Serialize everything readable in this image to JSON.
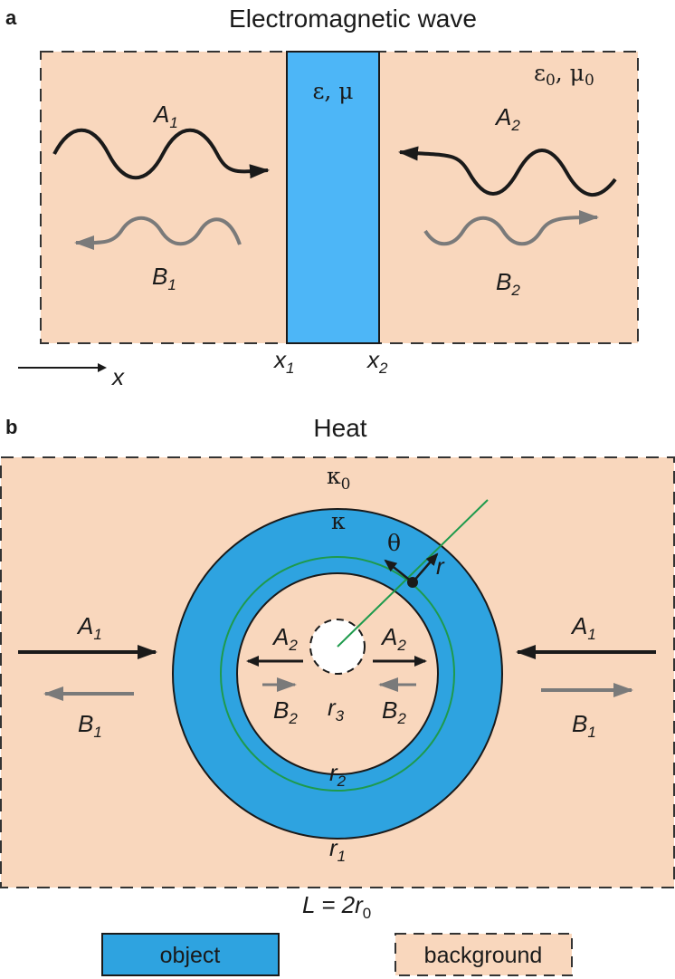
{
  "panel_a": {
    "letter": "a",
    "title": "Electromagnetic wave",
    "slab_label": "ε, μ",
    "background_label": {
      "base": "ε",
      "sub1": "0",
      "mid": ", μ",
      "sub2": "0"
    },
    "wave_left_incident": {
      "base": "A",
      "sub": "1"
    },
    "wave_left_reflected": {
      "base": "B",
      "sub": "1"
    },
    "wave_right_incident": {
      "base": "A",
      "sub": "2"
    },
    "wave_right_reflected": {
      "base": "B",
      "sub": "2"
    },
    "boundary_left": {
      "base": "x",
      "sub": "1"
    },
    "boundary_right": {
      "base": "x",
      "sub": "2"
    },
    "axis_label": "x"
  },
  "panel_b": {
    "letter": "b",
    "title": "Heat",
    "background_label": {
      "base": "κ",
      "sub": "0"
    },
    "shell_label": "κ",
    "theta_label": "θ",
    "r_label": "r",
    "left_incident": {
      "base": "A",
      "sub": "1"
    },
    "left_reflected": {
      "base": "B",
      "sub": "1"
    },
    "right_incident": {
      "base": "A",
      "sub": "1"
    },
    "right_reflected": {
      "base": "B",
      "sub": "1"
    },
    "inner_left_A": {
      "base": "A",
      "sub": "2"
    },
    "inner_left_B": {
      "base": "B",
      "sub": "2"
    },
    "inner_right_A": {
      "base": "A",
      "sub": "2"
    },
    "inner_right_B": {
      "base": "B",
      "sub": "2"
    },
    "radius_3": {
      "base": "r",
      "sub": "3"
    },
    "radius_2": {
      "base": "r",
      "sub": "2"
    },
    "radius_1": {
      "base": "r",
      "sub": "1"
    },
    "size_label": {
      "base": "L = 2",
      "var": "r",
      "sub": "0"
    }
  },
  "legend": {
    "object_label": "object",
    "background_label": "background"
  },
  "colors": {
    "background_fill": "#F9D7BD",
    "object_fill": "#2EA3E0",
    "slab_fill": "#4DB6F7",
    "green_line": "#1E9A4C",
    "dark_arrow": "#1a1a1a",
    "grey_arrow": "#7A7A7A",
    "dashed_border": "#333333"
  }
}
